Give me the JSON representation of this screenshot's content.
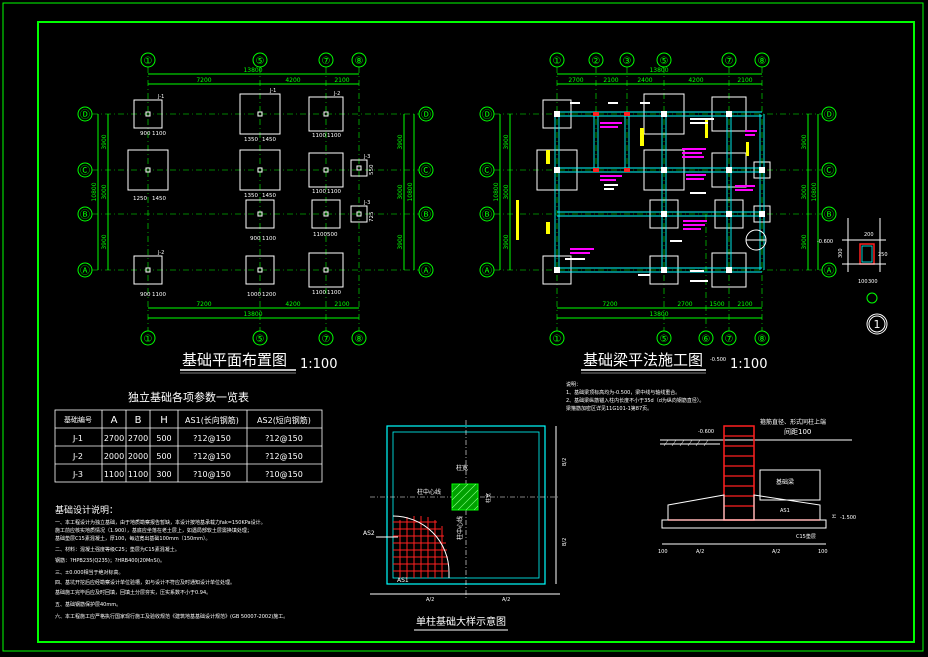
{
  "titles": {
    "plan": "基础平面布置图",
    "plan_scale": "1:100",
    "beam": "基础梁平法施工图",
    "beam_scale": "1:100",
    "beam_elev": "-0.500",
    "table": "独立基础各项参数一览表",
    "detail": "单柱基础大样示意图",
    "notes": "基础设计说明："
  },
  "axes": {
    "plan_top": [
      "①",
      "⑤",
      "⑦",
      "⑧"
    ],
    "plan_left": [
      "Ⓓ",
      "Ⓒ",
      "Ⓑ",
      "Ⓐ"
    ],
    "beam_top": [
      "①",
      "②",
      "③",
      "⑤",
      "⑦",
      "⑧"
    ],
    "beam_bottom": [
      "①",
      "⑤",
      "⑥",
      "⑦",
      "⑧"
    ]
  },
  "dims": {
    "plan_top_total": "13800",
    "plan_top": [
      "7200",
      "4200",
      "2100"
    ],
    "plan_bottom": [
      "7200",
      "4200",
      "2100"
    ],
    "plan_bottom_total": "13800",
    "plan_left": [
      "3900",
      "3000",
      "3900"
    ],
    "plan_left_total": "10800",
    "beam_top_total": "13800",
    "beam_top": [
      "2700",
      "2100",
      "2400",
      "4200",
      "2100"
    ],
    "beam_bottom": [
      "7200",
      "2700",
      "1500",
      "2100"
    ],
    "beam_bottom_total": "13800",
    "beam_left": [
      "3900",
      "3000",
      "3900"
    ],
    "beam_left_total": "10800"
  },
  "footing_labels": {
    "j1": "J-1",
    "j2": "J-2",
    "j3": "J-3",
    "d1": "1350",
    "d2": "1450",
    "d3": "900",
    "d4": "1100",
    "d5": "1250",
    "d6": "1000",
    "d7": "1200",
    "d8": "500",
    "d9": "550",
    "d10": "725"
  },
  "table": {
    "headers": [
      "基础编号",
      "A",
      "B",
      "H",
      "AS1(长向钢筋)",
      "AS2(短向钢筋)"
    ],
    "rows": [
      [
        "J-1",
        "2700",
        "2700",
        "500",
        "?12@150",
        "?12@150"
      ],
      [
        "J-2",
        "2000",
        "2000",
        "500",
        "?12@150",
        "?12@150"
      ],
      [
        "J-3",
        "1100",
        "1100",
        "300",
        "?10@150",
        "?10@150"
      ]
    ]
  },
  "notes": [
    "一、本工程设计为独立基础，由于地质勘察报告暂缺，本设计按地基承载力fak=150KPa设计。",
    "    施工前应核实地质情况（1.900），基底应坐落在老土层上，如遇局部软土层需换填处理；",
    "    基础垫层C15素混凝土，厚100，每边宽出基础100mm（150mm）。",
    "二、材料：混凝土强度等级C25；垫层为C15素混凝土。",
    "    钢筋：?HPB235(Q235)；?HRB400(20MnSi)。",
    "三、±0.000相当于绝对标高。",
    "四、基坑开挖后应经勘察设计单位验槽，如与设计不符应及时通知设计单位处理。",
    "    基础施工完毕后应及时回填，回填土分层夯实，压实系数不小于0.94。",
    "五、基础钢筋保护层40mm。",
    "六、本工程施工应严格执行国家现行施工及验收规范《建筑地基基础设计规范》(GB 50007-2002)施工。"
  ],
  "beam_notes": [
    "说明：",
    "1、基础梁顶标高均为-0.500，梁中线与轴线重合。",
    "2、基础梁纵筋锚入柱内长度不小于35d（d为纵向钢筋直径）。",
    "    梁箍筋加密区详见11G101-1第87页。"
  ],
  "detail": {
    "col": "柱宽",
    "axis": "柱中心线",
    "as1": "AS1",
    "as2": "AS2",
    "half": "A/2",
    "b_half": "B/2"
  },
  "section": {
    "col_note": "箍筋直径、形式同柱上端",
    "spacing": "间距100",
    "elev_top": "-0.600",
    "elev_bot": "-1.500",
    "beam": "基础梁",
    "as1": "AS1",
    "cover": "C15垫层",
    "h": "H",
    "half": "A/2",
    "d100": "100"
  },
  "small_detail": {
    "num": "1",
    "elev": "-0.600",
    "w1": "300",
    "w2": "100",
    "w3": "300",
    "w4": "200",
    "w5": "250"
  }
}
